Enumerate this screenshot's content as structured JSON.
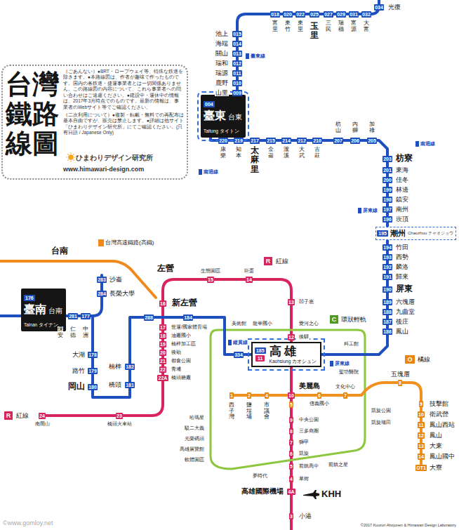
{
  "diagram": {
    "title": "台灣 鐵路 線圖",
    "nodes": [
      {
        "text": [
          "（ごあんない）●BRT・ロープウェイ等、特殊な鉄道を除きます。●本路線図は、作者が趣味で作ったものです。国内の各鉄道・捷運事業者とは一切関係ありません。この路線図の内容について、これら事業者への問い合わせはご遠慮ください。●建設中・運休中の情報は、2017年3月時点でのものです。最新の情報は、事業者のWebサイト等でご確認ください。",
          "（二次利用について）●複製・転載・無料での再配布は基本自由ですが、販売は禁止します。●詳細は他サイト「ひまわりデザイン研究所」にてご確認ください。(只有日語 / Japanese Only)",
          "ひまわりデザイン研究所",
          "www.himawari-design.com"
        ]
      },
      {
        "text": [
          "004",
          "臺東",
          "台東",
          "Taitung タイトン"
        ]
      },
      {
        "text": [
          "195",
          "潮州",
          "Chaozhou チャオジョウ"
        ]
      },
      {
        "text": [
          "176",
          "臺南",
          "台南",
          "Tainan タイナン"
        ]
      },
      {
        "text": [
          "185",
          "11",
          "高雄",
          "Kaohsiung カオシュン"
        ]
      }
    ],
    "edges": [
      {
        "from": 1,
        "to": 2,
        "arrow": "none"
      },
      {
        "from": 2,
        "to": 4,
        "arrow": "none"
      },
      {
        "from": 3,
        "to": 4,
        "arrow": "none"
      }
    ],
    "labels": [
      "018",
      "富里",
      "020",
      "東竹",
      "022",
      "東里",
      "025",
      "玉里",
      "027",
      "三民",
      "029",
      "瑞穗",
      "031",
      "富源",
      "032",
      "大富",
      "034",
      "光復",
      "015",
      "池上",
      "014",
      "海端",
      "013",
      "關山",
      "012",
      "瑞和",
      "011",
      "瑞源",
      "010",
      "鹿野",
      "009",
      "山里",
      "臺東線",
      "220",
      "康樂",
      "219",
      "知本",
      "217",
      "太麻里",
      "215",
      "金崙",
      "214",
      "瀧溪",
      "212",
      "大武",
      "210",
      "古莊",
      "南迴線",
      "207",
      "枋山",
      "206",
      "內獅",
      "205",
      "加祿",
      "南迴線",
      "203",
      "枋寮",
      "201",
      "東海",
      "200",
      "佳冬",
      "199",
      "林邊",
      "198",
      "鎮安",
      "197",
      "南州",
      "屏東線",
      "196",
      "崁頂",
      "194",
      "竹田",
      "193",
      "西勢",
      "192",
      "麟洛",
      "191",
      "歸來",
      "190",
      "屏東",
      "189",
      "六塊厝",
      "188",
      "九曲堂",
      "187",
      "後庄",
      "186",
      "鳳山",
      "屏東線",
      "縱貫線",
      "334",
      "保安",
      "281",
      "仁德",
      "177",
      "中洲",
      "178",
      "大湖",
      "179",
      "路竹",
      "180",
      "岡山",
      "181",
      "橋頭",
      "182",
      "楠梓",
      "284",
      "長榮大學",
      "283",
      "沙崙",
      "台南",
      "台灣高速鐵路(高鐵)",
      "左營",
      "16",
      "新左營",
      "288",
      "184",
      "17",
      "世運/國家體育場",
      "18",
      "油廠國小",
      "19",
      "楠梓加工區",
      "20",
      "後勁",
      "21",
      "都會公園",
      "22",
      "青埔",
      "22A",
      "橋頭糖廠",
      "23",
      "橋頭火車站",
      "24",
      "南岡山",
      "R",
      "紅線",
      "15",
      "生態園區",
      "14",
      "巨蛋",
      "R",
      "紅線",
      "13",
      "凹子底",
      "12",
      "後驛",
      "美術館",
      "龍華國小",
      "愛河之心",
      "C",
      "環狀輕軌",
      "科工館",
      "聖功醫院",
      "凱旋公園",
      "凱旋瑞田",
      "前鎮之星",
      "夢時代",
      "軟體園區",
      "高雄展覽館",
      "光榮碼頭",
      "駁二大義",
      "哈瑪星",
      "1",
      "西子灣",
      "2",
      "鹽埕埔",
      "4",
      "市議會",
      "10",
      "5",
      "美麗島",
      "6",
      "信義國小",
      "7",
      "文化中心",
      "8",
      "五塊厝",
      "O",
      "橘線",
      "9",
      "技擊館",
      "10",
      "衛武營",
      "11",
      "鳳山西站",
      "12",
      "鳳山",
      "13",
      "大東",
      "14",
      "鳳山國中",
      "OT1",
      "大寮",
      "9",
      "中央公園",
      "8",
      "三多商圈",
      "7",
      "獅甲",
      "6",
      "凱旋",
      "5",
      "前鎮高中",
      "4",
      "草衙",
      "4A",
      "高雄國際機場",
      "KHH",
      "3",
      "小港",
      "©www.gomloy.net",
      "©2017 Kuururi Ahojunen & Himawari Design Laboratory"
    ]
  }
}
